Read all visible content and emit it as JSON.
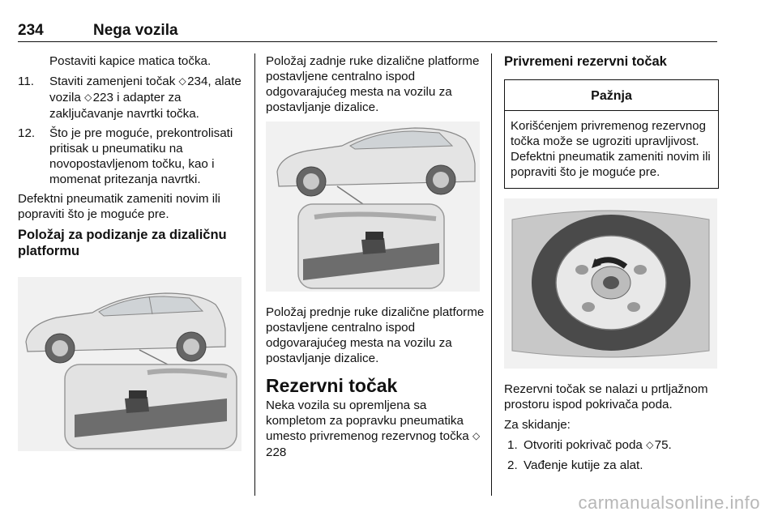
{
  "header": {
    "page_number": "234",
    "section_title": "Nega vozila"
  },
  "col1": {
    "intro": "Postaviti kapice matica točka.",
    "steps": [
      {
        "num": "11.",
        "before": "Staviti zamenjeni točak ",
        "xref1": "234,",
        "middle": " alate vozila ",
        "xref2": "223 i adapter za zaključavanje navrtki točka."
      },
      {
        "num": "12.",
        "text": "Što je pre moguće, prekontrolisati pritisak u pneumatiku na novopostavljenom točku, kao i momenat pritezanja navrtki."
      }
    ],
    "note": "Defektni pneumatik zameniti novim ili popraviti što je moguće pre.",
    "subheading": "Položaj za podizanje za dizaličnu platformu"
  },
  "col2": {
    "rear_caption": "Položaj zadnje ruke dizalične platforme postavljene centralno ispod odgovarajućeg mesta na vozilu za postavljanje dizalice.",
    "front_caption": "Položaj prednje ruke dizalične platforme postavljene centralno ispod odgovarajućeg mesta na vozilu za postavljanje dizalice.",
    "chapter_title": "Rezervni točak",
    "chapter_body": "Neka vozila su opremljena sa kompletom za popravku pneumatika umesto privremenog rezervnog točka ",
    "chapter_xref": "228"
  },
  "col3": {
    "heading": "Privremeni rezervni točak",
    "notice_title": "Pažnja",
    "notice_text": "Korišćenjem privremenog rezervnog točka može se ugroziti upravljivost. Defektni pneumatik zameniti novim ili popraviti što je moguće pre.",
    "location_text": "Rezervni točak se nalazi u prtljažnom prostoru ispod pokrivača poda.",
    "removal_label": "Za skidanje:",
    "steps": [
      {
        "num": "1.",
        "text": "Otvoriti pokrivač poda ",
        "xref": "75."
      },
      {
        "num": "2.",
        "text": "Vađenje kutije za alat."
      }
    ]
  },
  "icons": {
    "xref": "3"
  },
  "watermark": "carmanualsonline.info"
}
